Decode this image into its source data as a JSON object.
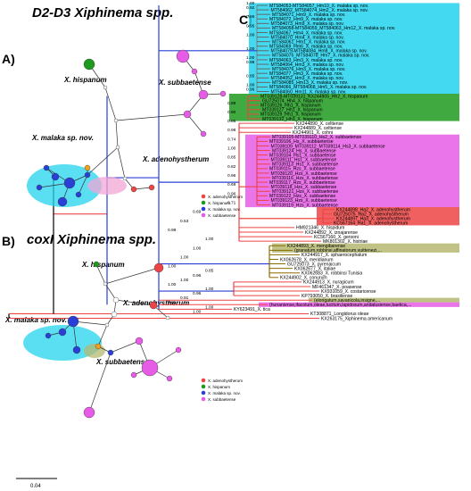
{
  "titles": {
    "panel_a_title": "D2-D3  Xiphinema spp.",
    "panel_b_title": "coxI  Xiphinema spp."
  },
  "panels": {
    "a": "A)",
    "b": "B)",
    "c": "C)"
  },
  "network_a": {
    "species": [
      "X. hispanum",
      "X. subbaetense",
      "X. malaka sp. nov.",
      "X. adenohystherum"
    ],
    "legend": [
      "X. adenohystherum",
      "X. hispanum",
      "X. malaka sp. nov.",
      "X. subbaetense"
    ]
  },
  "network_b": {
    "species": [
      "X. hispanum",
      "X. adenohystherum",
      "X. malaka sp. nov.",
      "X. subbaetense"
    ],
    "legend": [
      "X. adenohystherum",
      "X. hispanum",
      "X. malaka sp. nov.",
      "X. subbaetense"
    ]
  },
  "scale_bar": "0.04",
  "colors": {
    "cyan": "#22d3ee",
    "green": "#1f9a1f",
    "magenta": "#e65ce6",
    "red": "#ef4444",
    "olive": "#b5b870",
    "pink": "#f2a6d6",
    "blue": "#2a3fd6",
    "orange": "#f2a21a"
  },
  "tree": {
    "leaves": [
      "MT584053-MT584057_Hm10_X. malaka sp. nov.",
      "MT584062_MT584074_Hm2_X. malaka sp. nov.",
      "MT584071_Hm9_X. malaka sp. nov.",
      "MT584072_Hm9_X. malaka sp. nov.",
      "MT584073_Hm9_X. malaka sp. nov.",
      "MT584058-MT584059_MT584063_Hm12_X. malaka sp. nov.",
      "MT584067_Hm4_X. malaka sp. nov.",
      "MT584070_Hm4_X. malaka sp. nov.",
      "MT584061_Hm1_X. malaka sp. nov.",
      "MT584069_Hm6_X. malaka sp. nov.",
      "MT584079-MT584084_Hm8_X. malaka sp. nov.",
      "MT584075_MT584078_Hm7_X. malaka sp. nov.",
      "MT584063_Hm3_X. malaka sp. nov.",
      "MT584064_Hm3_X. malaka sp. nov.",
      "MT584076_Hm3_X. malaka sp. nov.",
      "MT584077_Hm3_X. malaka sp. nov.",
      "MT584052_Hm3_X. malaka sp. nov.",
      "MT584085_Hm13_X. malaka sp. nov.",
      "MT584066_MT584068_Hm5_X. malaka sp. nov.",
      "MT584060_Hm11_X. malaka sp. nov.",
      "MT039128-MT039131_KX244905_Hh2_X. hispanum",
      "GU725074_Hh4_X. hispanum",
      "MT039126_Hh1_X. hispanum",
      "MT039127_Hh1_X. hispanum",
      "MT039129_Hh1_X. hispanum",
      "MT039132_Hh3_X. hispanum",
      "KX244890_X. celtiense",
      "KX244889_X. celtiense",
      "KX244901_X. cohni",
      "MT039105-MT039110_Hs2_X. subbaetense",
      "MT039106_Hs_X. subbaetense",
      "MT039109_MT039112_MT039114_Hs3_X. subbaetense",
      "MT039124_Hs_X. subbaetense",
      "MT039104_Hs1_X. subbaetense",
      "MT039111_Hs1_X. subbaetense",
      "MT039113_Hs1_X. subbaetense",
      "MT039115_Hzs_X. subbaetense",
      "MT039120_Hzs_X. subbaetense",
      "MT039116_Hzs_X. subbaetense",
      "MT039117_Hzs_X. subbaetense",
      "MT039118_Hzs_X. subbaetense",
      "MT039121_Hzs_X. subbaetense",
      "MT039122_Hzs_X. subbaetense",
      "MT039123_Hzs_X. subbaetense",
      "MT039119_Hzs_X. subbaetense",
      "KX244898_Ha2_X. adenohystherum",
      "GU725075_Ha2_X. adenohystherum",
      "KX244897_Ha3_X. adenohystherum",
      "KC567164_Ha1_X. adenohystherum",
      "HM921346_X. hispidum",
      "KX244892_X. iznajarense",
      "KC567160_X. gersoni",
      "MK801302_X. histriae",
      "KX244893_X. mengibarense",
      "(granatum,robbinsi,affinatorum,vuittenezi,...",
      "KX244917_X. sphaerocephalum",
      "KX062678_X. meridianum",
      "GU725073_X. pyrenaicum",
      "KX062677_X. italiae",
      "KX062683_X. robbinsi Tunisia",
      "KX244902_X. conurum",
      "KX244913_X. nuragicum",
      "MF461347_X. poasense",
      "KX931059_X. costaricense",
      "KP793050_X. brasiliense",
      "(elongatum,savanicola,insigne,...",
      "(hunaniense,ifacolum,oleae,lucitum,lapidosum,andalusiense,baetica,...",
      "KY623491_X. tica",
      "KT308871_Longidorus oleae",
      "KX263175_Xiphinema americanum"
    ],
    "support": [
      "1.00",
      "0.92",
      "0.95",
      "0.95",
      "1.00",
      "1.00",
      "0.98",
      "0.85",
      "0.96",
      "0.88",
      "0.90",
      "0.85",
      "0.74",
      "1.00",
      "0.82",
      "0.69",
      "0.71",
      "0.69",
      "0.53",
      "0.98",
      "1.00",
      "1.00",
      "1.00",
      "1.00",
      "0.85",
      "0.96",
      "1.00",
      "1.00",
      "1.00",
      "0.96",
      "0.91",
      "0.53",
      "1.00",
      "1.00",
      "0.85",
      "0.96",
      "0.96",
      "0.98",
      "1.00",
      "1.00"
    ]
  }
}
